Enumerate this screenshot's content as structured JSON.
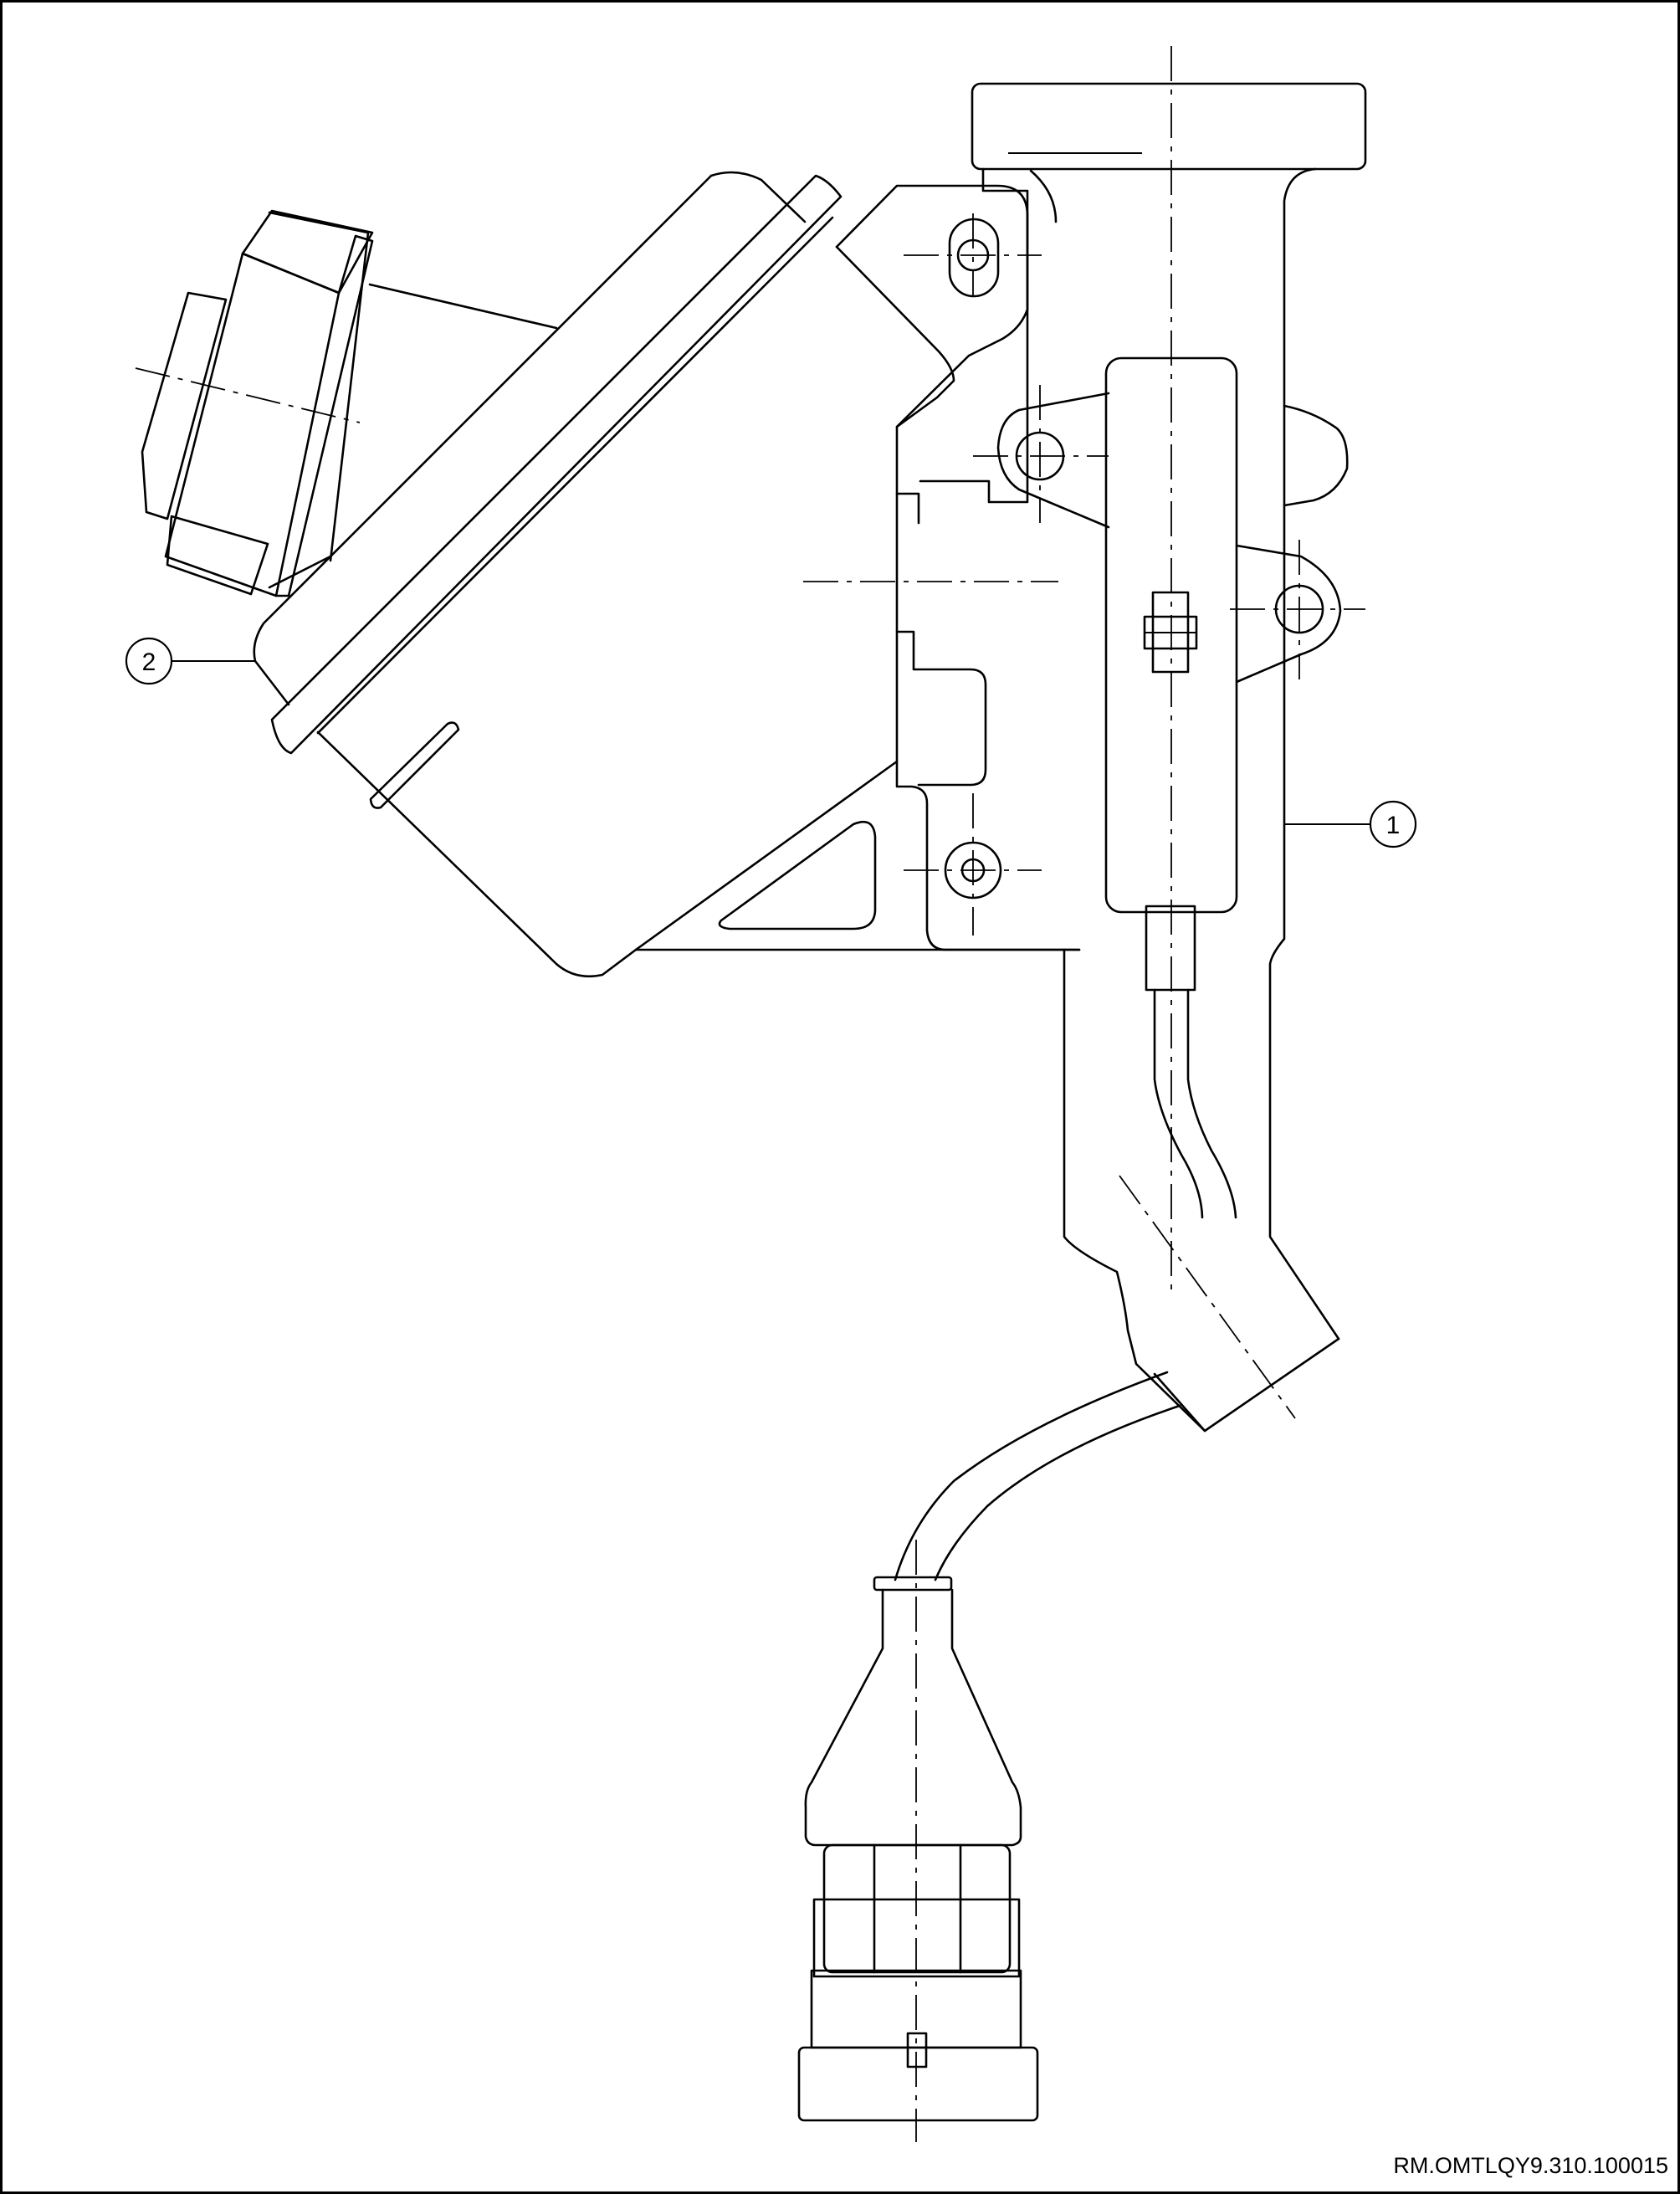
{
  "callouts": [
    {
      "id": "1",
      "label": "1"
    },
    {
      "id": "2",
      "label": "2"
    }
  ],
  "reference_code": "RM.OMTLQY9.310.100015"
}
